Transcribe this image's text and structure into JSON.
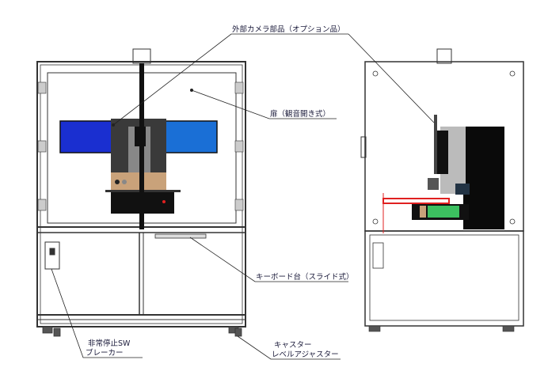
{
  "labels": {
    "external_camera": "外部カメラ部品（オプション品）",
    "door": "扉（観音開き式）",
    "keyboard_stand": "キーボード台（スライド式）",
    "emergency_stop": "非常停止SW",
    "breaker": "ブレーカー",
    "caster": "キャスター",
    "level_adjuster": "レベルアジャスター"
  },
  "colors": {
    "frame": "#333333",
    "panel_blue_dark": "#1a2fd0",
    "panel_blue_light": "#1a6fd6",
    "machine_body": "#2a2a2a",
    "tan": "#c9a27a",
    "red": "#e02020",
    "green": "#3cc060"
  }
}
